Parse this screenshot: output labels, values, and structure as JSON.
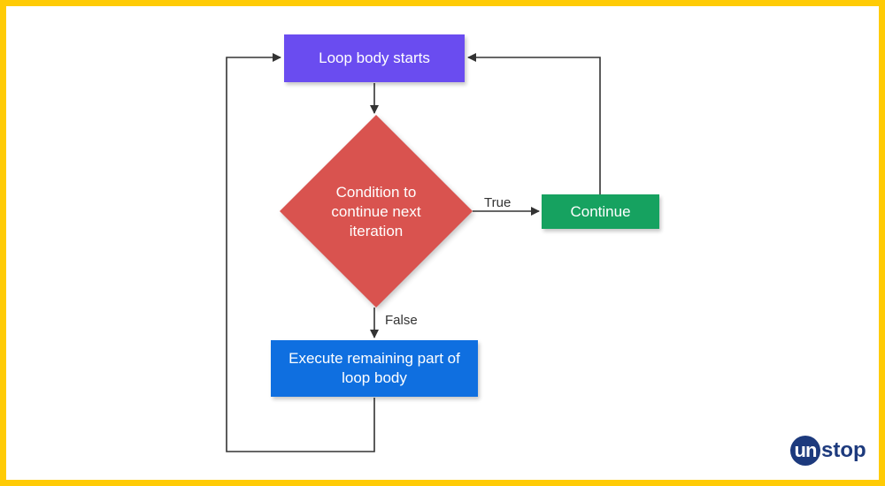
{
  "colors": {
    "frame_border": "#ffcb05",
    "start_node": "#6a4cf0",
    "decision_node": "#d9534f",
    "continue_node": "#16a260",
    "execute_node": "#0f6fe0",
    "connector": "#333333",
    "logo": "#1d3a7d"
  },
  "nodes": {
    "start": {
      "label": "Loop body starts"
    },
    "decision": {
      "label": "Condition to continue next iteration"
    },
    "continue": {
      "label": "Continue"
    },
    "execute": {
      "label": "Execute remaining part of loop body"
    }
  },
  "edges": {
    "true_label": "True",
    "false_label": "False"
  },
  "logo": {
    "badge": "un",
    "text": "stop"
  }
}
